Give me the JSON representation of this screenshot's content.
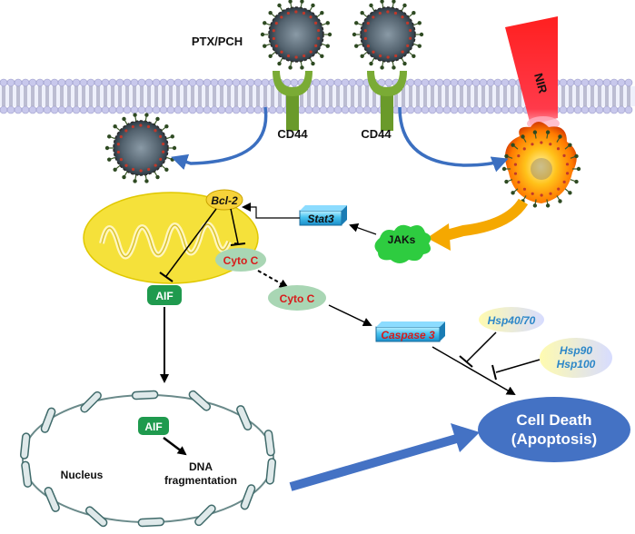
{
  "labels": {
    "drug": "PTX/PCH",
    "receptor_left": "CD44",
    "receptor_right": "CD44",
    "laser": "NIR",
    "bcl2": "Bcl-2",
    "stat3": "Stat3",
    "jaks": "JAKs",
    "cytoc_inner": "Cyto C",
    "cytoc_released": "Cyto C",
    "aif_mito": "AIF",
    "caspase3": "Caspase 3",
    "hsp40_70": "Hsp40/70",
    "hsp90": "Hsp90",
    "hsp100": "Hsp100",
    "aif_nucleus": "AIF",
    "nucleus": "Nucleus",
    "dna_line1": "DNA",
    "dna_line2": "fragmentation",
    "cell_death_line1": "Cell Death",
    "cell_death_line2": "(Apoptosis)"
  },
  "colors": {
    "membrane_head": "#c8c8ec",
    "receptor": "#6a9a2a",
    "mitochondrion": "#f5e13a",
    "aif_box": "#1f9a4e",
    "jaks_cloud": "#2ecc40",
    "cytoc_ellipse": "#a9d6b4",
    "cell_death": "#4472c4",
    "curved_arrow": "#3b6fc0",
    "heat_arrow": "#f5a800",
    "nir_beam": "#ff2a2a",
    "italic_blue_text": "#2d87c8",
    "red_text": "#d81b1b"
  }
}
